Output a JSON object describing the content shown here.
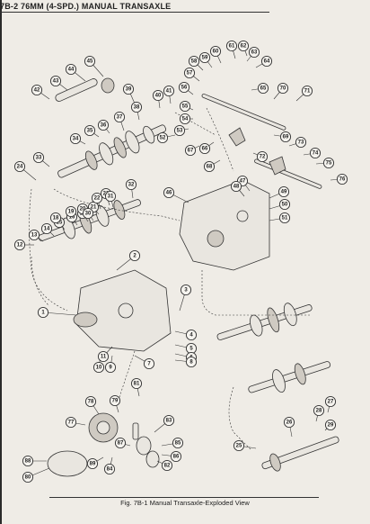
{
  "header": {
    "title": "7B-2 76MM (4-SPD.) MANUAL TRANSAXLE"
  },
  "caption": "Fig. 7B-1 Manual Transaxle-Exploded View",
  "callouts": [
    "1",
    "2",
    "3",
    "4",
    "5",
    "6",
    "7",
    "8",
    "9",
    "10",
    "11",
    "12",
    "13",
    "14",
    "15",
    "16",
    "17",
    "18",
    "19",
    "20",
    "21",
    "22",
    "23",
    "24",
    "25",
    "26",
    "27",
    "28",
    "29",
    "30",
    "31",
    "32",
    "33",
    "34",
    "35",
    "36",
    "37",
    "38",
    "39",
    "40",
    "41",
    "42",
    "43",
    "44",
    "45",
    "46",
    "47",
    "48",
    "49",
    "50",
    "51",
    "52",
    "53",
    "54",
    "55",
    "56",
    "57",
    "58",
    "59",
    "60",
    "61",
    "62",
    "63",
    "64",
    "65",
    "66",
    "67",
    "68",
    "69",
    "70",
    "71",
    "72",
    "73",
    "74",
    "75",
    "76",
    "77",
    "78",
    "79",
    "80",
    "81",
    "82",
    "83",
    "84",
    "85",
    "86",
    "87",
    "88",
    "89"
  ]
}
